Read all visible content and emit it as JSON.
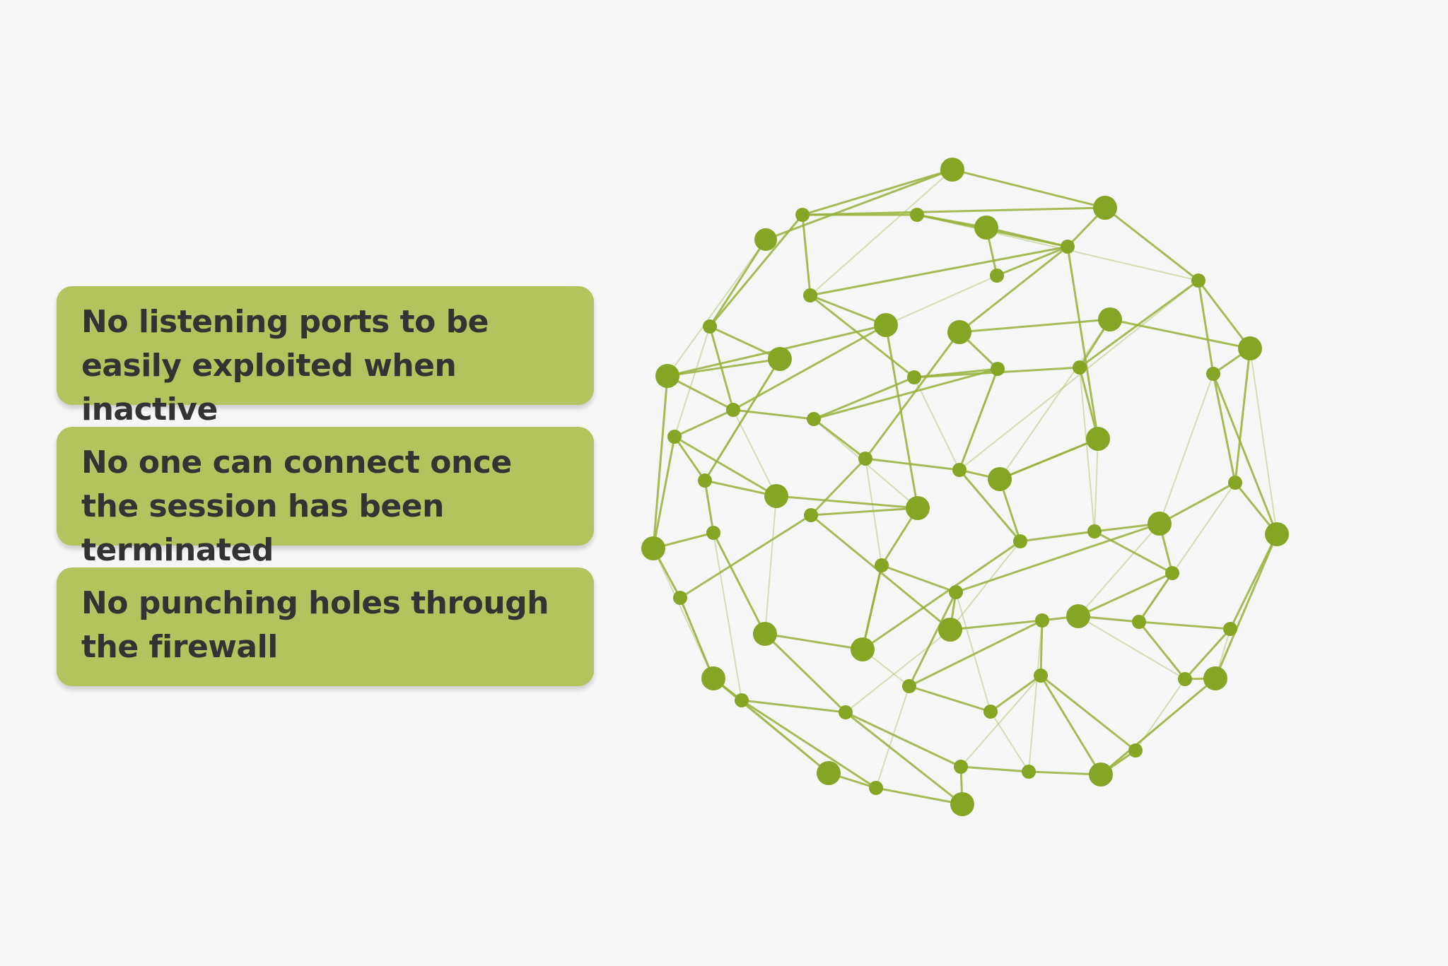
{
  "callouts": [
    {
      "text": "No listening ports to be easily exploited when inactive"
    },
    {
      "text": "No one can connect once the session has been terminated"
    },
    {
      "text": "No punching holes through the firewall"
    }
  ],
  "colors": {
    "background": "#f6f6f6",
    "callout_fill": "#b1c45e",
    "callout_text": "#333333",
    "node": "#86a524",
    "edge": "#96b23a"
  },
  "graphic": {
    "icon": "network-globe-icon"
  }
}
